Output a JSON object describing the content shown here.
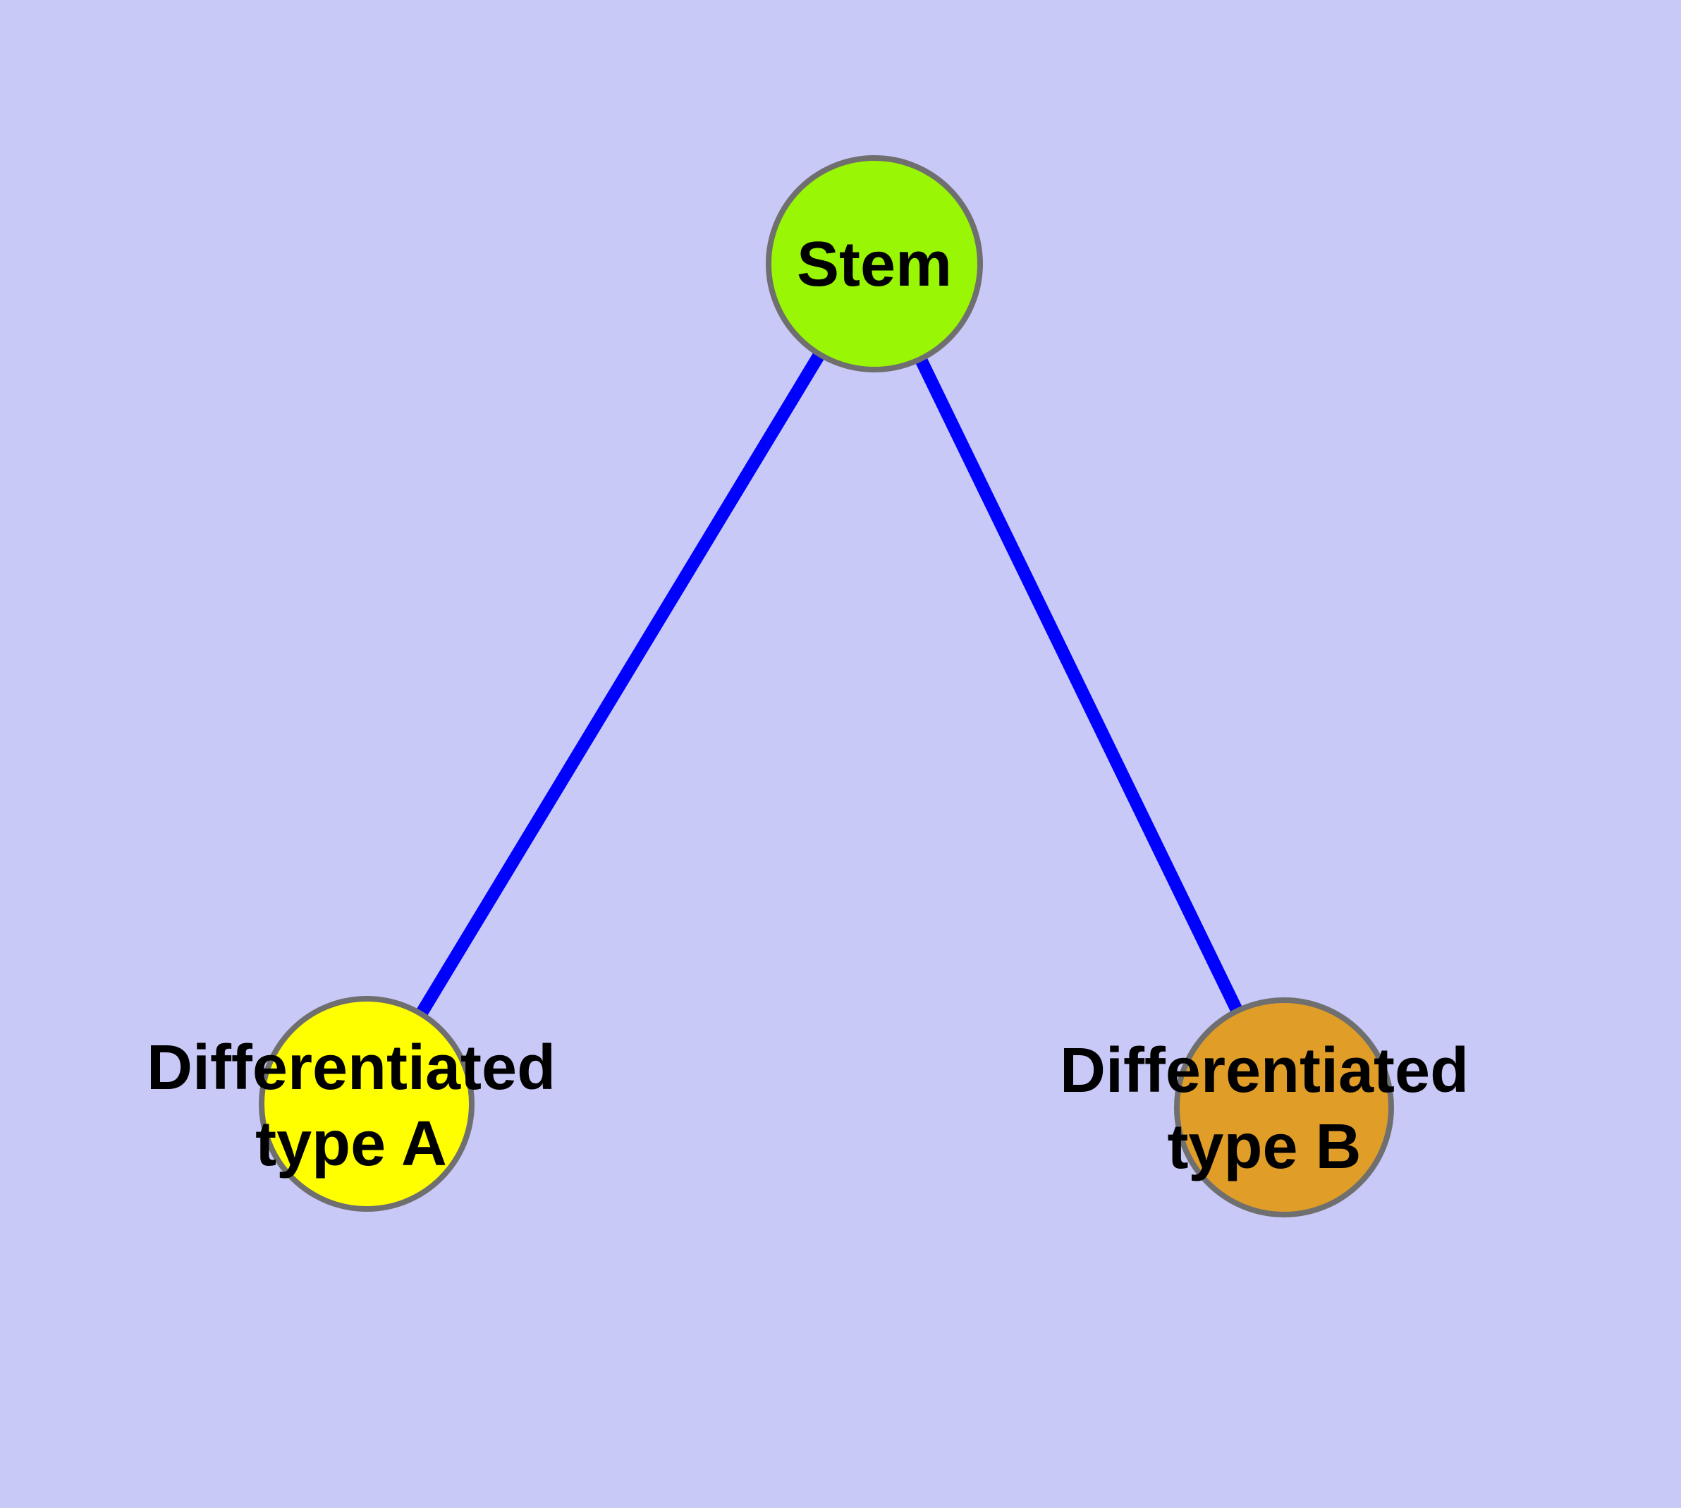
{
  "canvas": {
    "background": "#C9C9F8",
    "label_text_color": "#000000"
  },
  "diagram": {
    "type": "node-link-graph",
    "node_border_color": "#6F6F6F",
    "edge_color": "#0000FF",
    "nodes": [
      {
        "id": "stem",
        "label_lines": [
          "Stem"
        ],
        "fill": "#99F604"
      },
      {
        "id": "differentiated-type-a",
        "label_lines": [
          "Differentiated",
          "type A"
        ],
        "fill": "#FFFF00"
      },
      {
        "id": "differentiated-type-b",
        "label_lines": [
          "Differentiated",
          "type B"
        ],
        "fill": "#E09D28"
      }
    ],
    "edges": [
      {
        "from": "Stem",
        "to": "Differentiated type A",
        "color": "#0000FF"
      },
      {
        "from": "Stem",
        "to": "Differentiated type B",
        "color": "#0000FF"
      }
    ]
  }
}
